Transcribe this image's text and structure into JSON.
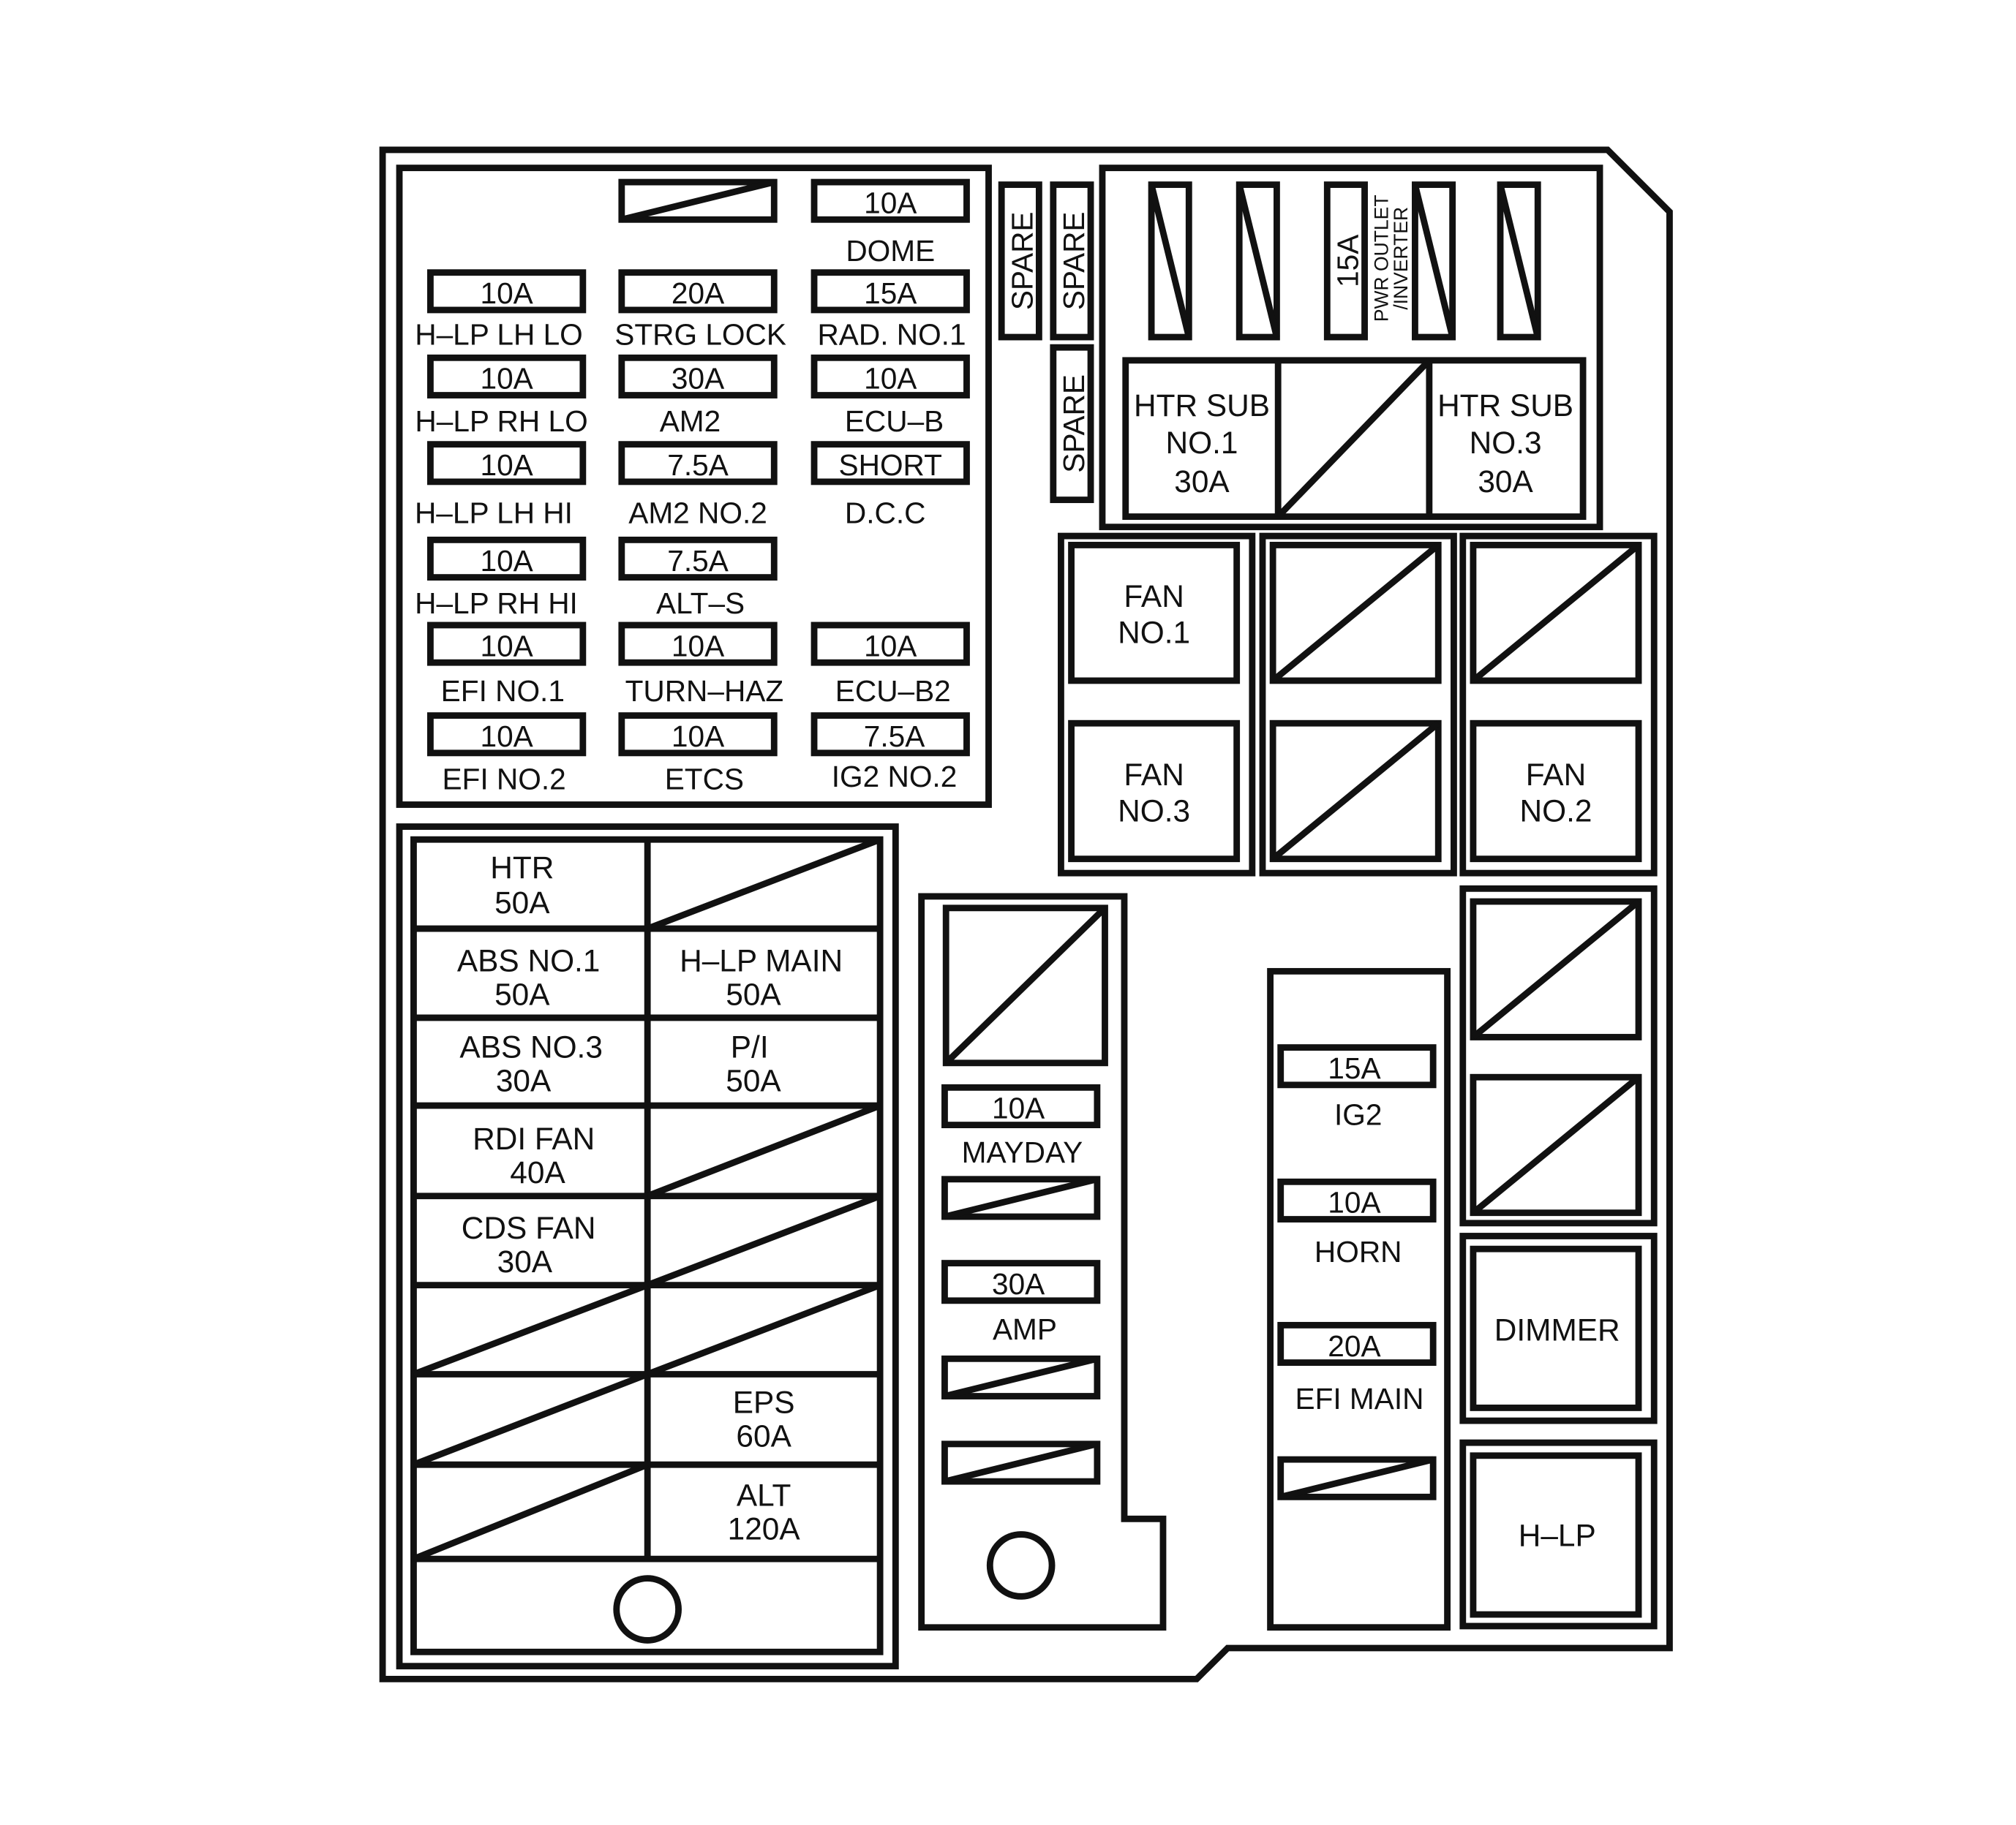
{
  "mini_fuses": [
    {
      "amp": "",
      "label": ""
    },
    {
      "amp": "10A",
      "label": "DOME"
    },
    {
      "amp": "10A",
      "label": "H–LP LH LO"
    },
    {
      "amp": "20A",
      "label": "STRG LOCK"
    },
    {
      "amp": "15A",
      "label": "RAD. NO.1"
    },
    {
      "amp": "10A",
      "label": "H–LP RH LO"
    },
    {
      "amp": "30A",
      "label": "AM2"
    },
    {
      "amp": "10A",
      "label": "ECU–B"
    },
    {
      "amp": "10A",
      "label": "H–LP LH HI"
    },
    {
      "amp": "7.5A",
      "label": "AM2 NO.2"
    },
    {
      "amp": "SHORT",
      "label": "D.C.C"
    },
    {
      "amp": "10A",
      "label": "H–LP RH HI"
    },
    {
      "amp": "7.5A",
      "label": "ALT–S"
    },
    {
      "amp": "10A",
      "label": "EFI NO.1"
    },
    {
      "amp": "10A",
      "label": "TURN–HAZ"
    },
    {
      "amp": "10A",
      "label": "ECU–B2"
    },
    {
      "amp": "10A",
      "label": "EFI NO.2"
    },
    {
      "amp": "10A",
      "label": "ETCS"
    },
    {
      "amp": "7.5A",
      "label": "IG2 NO.2"
    }
  ],
  "spare_fuses": [
    "SPARE",
    "SPARE",
    "SPARE"
  ],
  "vertical_fuses": {
    "amp": "15A",
    "label_line1": "PWR OUTLET",
    "label_line2": "/INVERTER"
  },
  "heater_sub": [
    {
      "lines": [
        "HTR SUB",
        "NO.1",
        "30A"
      ]
    },
    {
      "lines": [
        "HTR SUB",
        "NO.3",
        "30A"
      ]
    }
  ],
  "relays": [
    {
      "name": "FAN\nNO.1",
      "lines": [
        "FAN",
        "NO.1"
      ]
    },
    {
      "name": "FAN\nNO.3",
      "lines": [
        "FAN",
        "NO.3"
      ]
    },
    {
      "name": "FAN\nNO.2",
      "lines": [
        "FAN",
        "NO.2"
      ]
    },
    {
      "name": "DIMMER",
      "lines": [
        "DIMMER"
      ]
    },
    {
      "name": "H–LP",
      "lines": [
        "H–LP"
      ]
    }
  ],
  "fusible_links": [
    {
      "lines": [
        "HTR",
        "50A"
      ]
    },
    {
      "lines": [
        "ABS NO.1",
        "50A"
      ]
    },
    {
      "lines": [
        "H–LP MAIN",
        "50A"
      ]
    },
    {
      "lines": [
        "ABS NO.3",
        "30A"
      ]
    },
    {
      "lines": [
        "P/I",
        "50A"
      ]
    },
    {
      "lines": [
        "RDI FAN",
        "40A"
      ]
    },
    {
      "lines": [
        "CDS FAN",
        "30A"
      ]
    },
    {
      "lines": [
        "EPS",
        "60A"
      ]
    },
    {
      "lines": [
        "ALT",
        "120A"
      ]
    }
  ],
  "center_fuses": [
    {
      "amp": "10A",
      "label": "MAYDAY"
    },
    {
      "amp": "30A",
      "label": "AMP"
    }
  ],
  "right_fuses": [
    {
      "amp": "15A",
      "label": "IG2"
    },
    {
      "amp": "10A",
      "label": "HORN"
    },
    {
      "amp": "20A",
      "label": "EFI MAIN"
    }
  ],
  "colors": {
    "line": "#111111",
    "background": "#ffffff"
  }
}
